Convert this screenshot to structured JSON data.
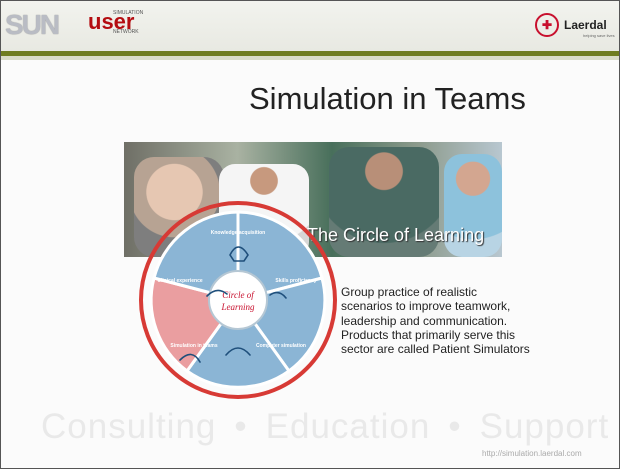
{
  "header": {
    "logo_main": "SUN",
    "logo_user": "user",
    "logo_small": "SIMULATION",
    "logo_network": "NETWORK",
    "brand": "Laerdal",
    "brand_tag": "helping save lives"
  },
  "slide": {
    "title": "Simulation in Teams",
    "photo_caption": "The Circle of Learning",
    "body_text": "Group practice of realistic scenarios to improve teamwork, leadership and communication. Products that primarily serve this sector are called Patient Simulators"
  },
  "wheel": {
    "center": "Circle of Learning",
    "segments": [
      "Knowledge acquisition",
      "Skills proficiency",
      "Computer simulation",
      "Simulation in teams",
      "Clinical experience"
    ],
    "colors": {
      "blue": "#8bb5d5",
      "pink": "#ea9ea0",
      "red": "#d73a35"
    }
  },
  "footer": {
    "consulting": "Consulting",
    "education": "Education",
    "support": "Support",
    "url": "http://simulation.laerdal.com"
  }
}
